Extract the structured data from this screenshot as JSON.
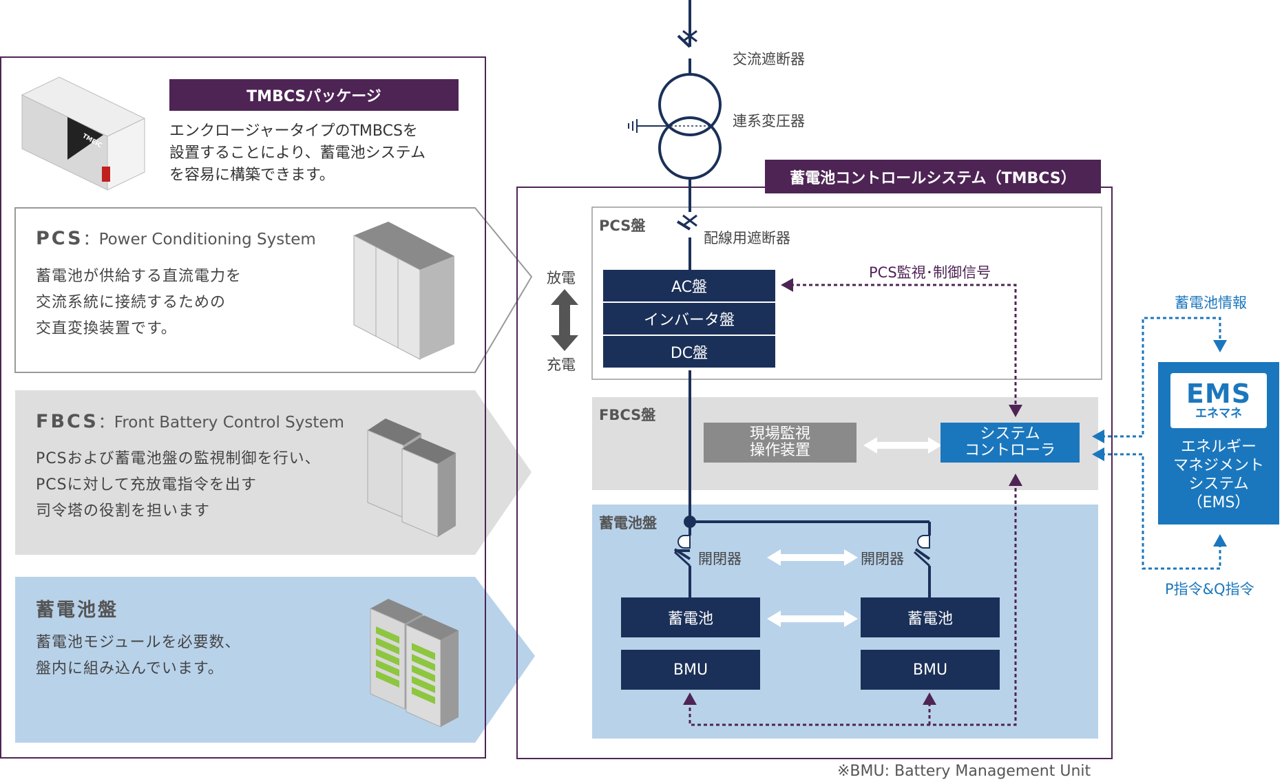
{
  "package": {
    "title": "TMBCSパッケージ",
    "description": "エンクロージャータイプのTMBCSを\n設置することにより、蓄電池システム\nを容易に構築できます。",
    "device_logo": "TMEIC"
  },
  "sections": {
    "pcs": {
      "abbr": "PCS",
      "separator": "：",
      "full": "Power Conditioning System",
      "description": "蓄電池が供給する直流電力を\n交流系統に接続するための\n交直変換装置です。"
    },
    "fbcs": {
      "abbr": "FBCS",
      "separator": "：",
      "full": "Front Battery Control System",
      "description": "PCSおよび蓄電池盤の監視制御を行い、\nPCSに対して充放電指令を出す\n司令塔の役割を担います"
    },
    "battery": {
      "title": "蓄電池盤",
      "description": "蓄電池モジュールを必要数、\n盤内に組み込んでいます。"
    }
  },
  "diagram": {
    "system_title": "蓄電池コントロールシステム（TMBCS）",
    "ac_breaker": "交流遮断器",
    "transformer": "連系変圧器",
    "pcs_panel": "PCS盤",
    "wiring_breaker": "配線用遮断器",
    "ac_panel": "AC盤",
    "inverter_panel": "インバータ盤",
    "dc_panel": "DC盤",
    "discharge": "放電",
    "charge": "充電",
    "pcs_signal": "PCS監視･制御信号",
    "fbcs_panel": "FBCS盤",
    "site_monitor": "現場監視\n操作装置",
    "system_controller": "システム\nコントローラ",
    "battery_panel": "蓄電池盤",
    "switch_left": "開閉器",
    "switch_right": "開閉器",
    "battery_left": "蓄電池",
    "battery_right": "蓄電池",
    "bmu_left": "BMU",
    "bmu_right": "BMU"
  },
  "ems": {
    "logo_big": "EMS",
    "logo_small": "エネマネ",
    "name": "エネルギー\nマネジメント\nシステム\n（EMS）",
    "battery_info": "蓄電池情報",
    "pq_command": "P指令&Q指令"
  },
  "footnote": "※BMU: Battery Management Unit",
  "colors": {
    "purple": "#4e2455",
    "navy": "#1b3058",
    "blue": "#1b77bd",
    "light_blue": "#b8d2ea",
    "light_gray": "#dedede"
  }
}
